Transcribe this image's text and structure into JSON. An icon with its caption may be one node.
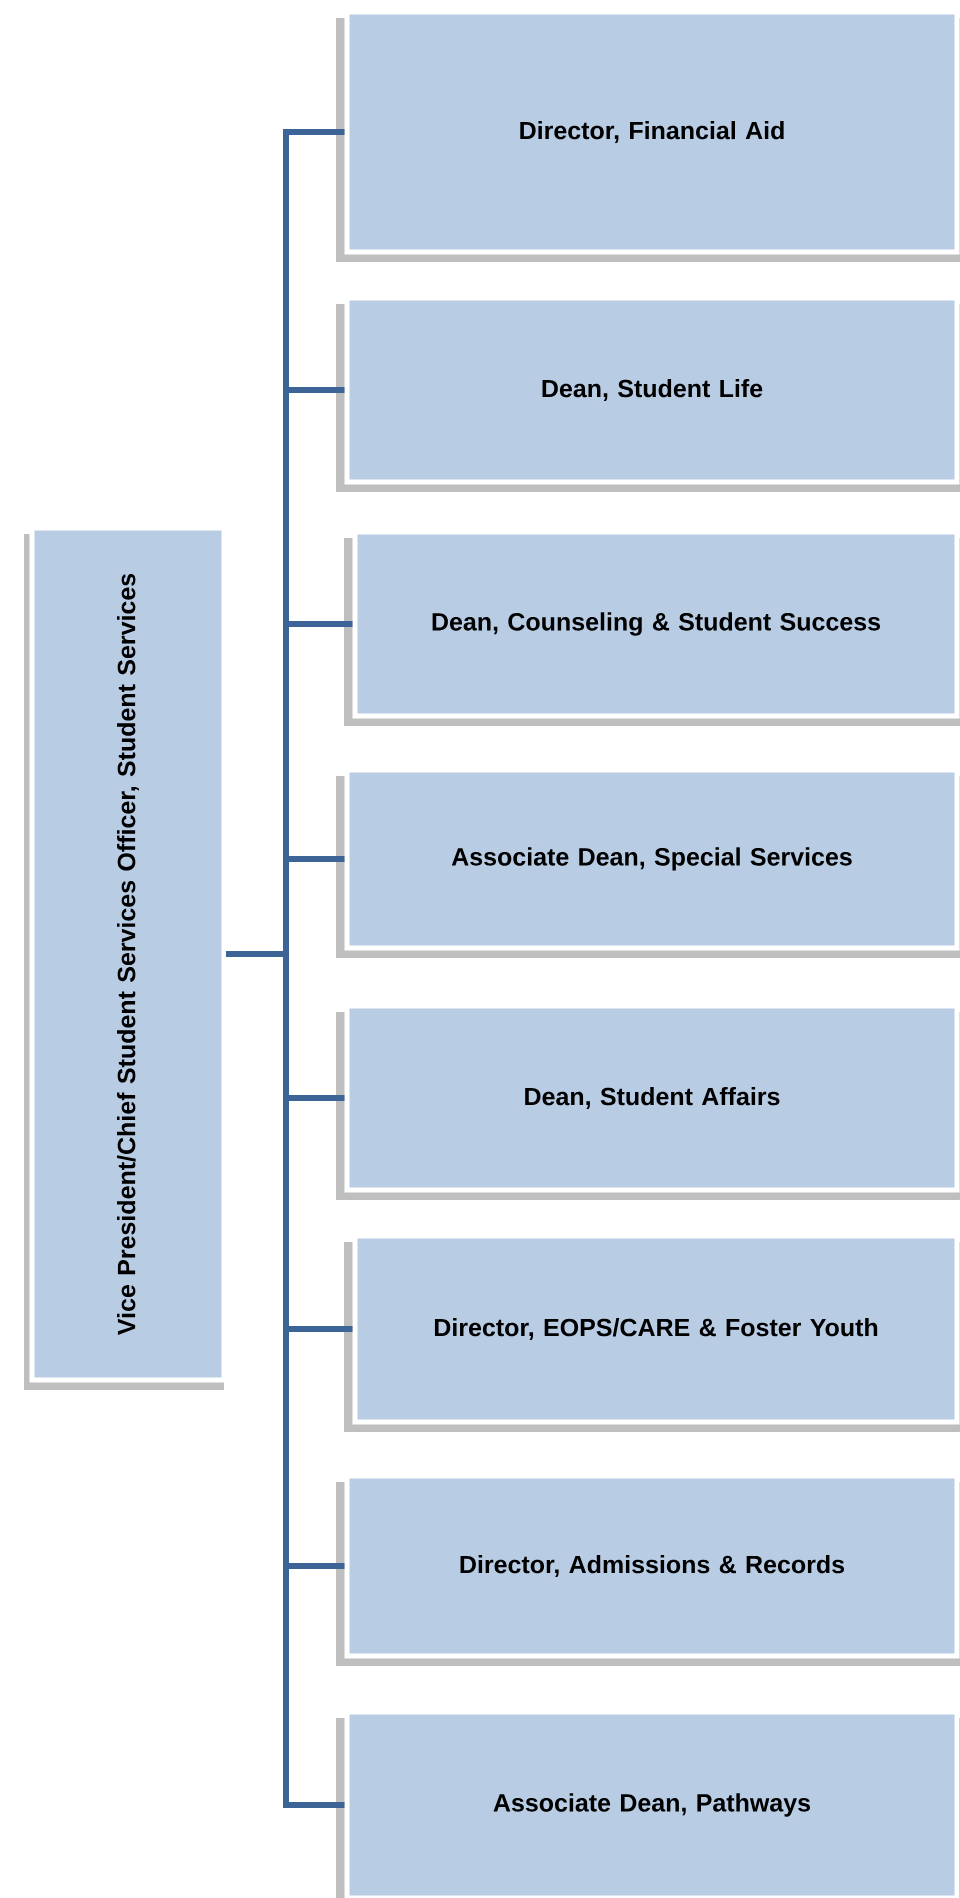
{
  "diagram": {
    "nodes": [
      {
        "text": [
          "Vice President/Chief Student Services Officer, Student Services"
        ]
      },
      {
        "text": [
          "Director, Financial Aid"
        ]
      },
      {
        "text": [
          "Dean, Student Life"
        ]
      },
      {
        "text": [
          "Dean, Counseling & Student Success"
        ]
      },
      {
        "text": [
          "Associate Dean, Special Services"
        ]
      },
      {
        "text": [
          "Dean, Student Affairs"
        ]
      },
      {
        "text": [
          "Director, EOPS/CARE & Foster Youth"
        ]
      },
      {
        "text": [
          "Director, Admissions & Records"
        ]
      },
      {
        "text": [
          "Associate Dean, Pathways"
        ]
      }
    ],
    "edges": [
      {
        "from": 0,
        "to": 1,
        "arrow": "none"
      },
      {
        "from": 0,
        "to": 2,
        "arrow": "none"
      },
      {
        "from": 0,
        "to": 3,
        "arrow": "none"
      },
      {
        "from": 0,
        "to": 4,
        "arrow": "none"
      },
      {
        "from": 0,
        "to": 5,
        "arrow": "none"
      },
      {
        "from": 0,
        "to": 6,
        "arrow": "none"
      },
      {
        "from": 0,
        "to": 7,
        "arrow": "none"
      },
      {
        "from": 0,
        "to": 8,
        "arrow": "none"
      }
    ]
  }
}
